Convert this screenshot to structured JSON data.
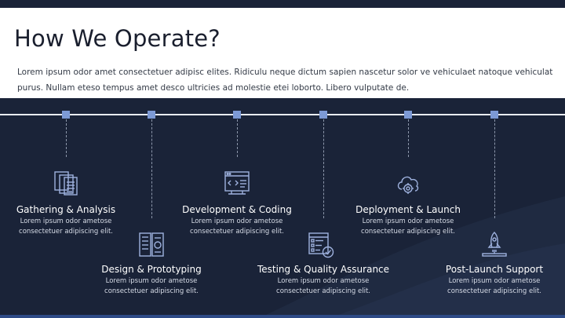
{
  "header": {
    "title": "How We Operate?",
    "description": "Lorem ipsum odor amet consectetuer adipisc elites. Ridiculu neque dictum sapien nascetur solor ve vehiculaet natoque vehiculat purus. Nullam eteso tempus amet desco ultricies ad molestie etei loborto. Libero vulputate de."
  },
  "steps": [
    {
      "name": "Gathering & Analysis",
      "line1": "Lorem ipsum odor ametose",
      "line2": "consectetuer adipiscing elit.",
      "icon": "documents-icon"
    },
    {
      "name": "Design & Prototyping",
      "line1": "Lorem ipsum odor ametose",
      "line2": "consectetuer adipiscing elit.",
      "icon": "design-layout-icon"
    },
    {
      "name": "Development & Coding",
      "line1": "Lorem ipsum odor ametose",
      "line2": "consectetuer adipiscing elit.",
      "icon": "code-window-icon"
    },
    {
      "name": "Testing & Quality Assurance",
      "line1": "Lorem ipsum odor ametose",
      "line2": "consectetuer adipiscing elit.",
      "icon": "checklist-icon"
    },
    {
      "name": "Deployment & Launch",
      "line1": "Lorem ipsum odor ametose",
      "line2": "consectetuer adipiscing elit.",
      "icon": "cloud-gear-icon"
    },
    {
      "name": "Post-Launch Support",
      "line1": "Lorem ipsum odor ametose",
      "line2": "consectetuer adipiscing elit.",
      "icon": "rocket-icon"
    }
  ],
  "colors": {
    "background": "#1a2338",
    "header": "#ffffff",
    "node": "#7d9ad6",
    "icon": "#9fb2df"
  }
}
